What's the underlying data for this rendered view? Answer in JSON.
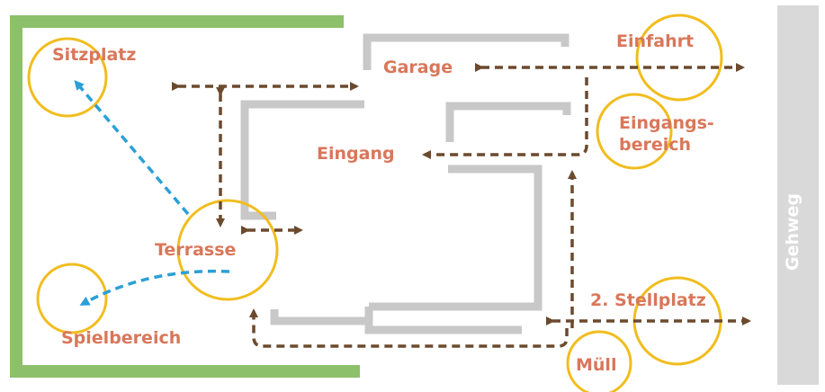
{
  "labels": {
    "sitzplatz": "Sitzplatz",
    "garage": "Garage",
    "einfahrt": "Einfahrt",
    "eingangs_1": "Eingangs-",
    "eingangs_2": "bereich",
    "eingang": "Eingang",
    "terrasse": "Terrasse",
    "stellplatz": "2. Stellplatz",
    "spielbereich": "Spielbereich",
    "muell": "Müll",
    "gehweg": "Gehweg"
  },
  "colors": {
    "garden_border": "#8cc06a",
    "walls": "#c8c8c8",
    "path": "#6b4a2e",
    "garden_path": "#2b9fd6",
    "zone_circle": "#f1bd1e",
    "label_text": "#d9775a",
    "sidewalk": "#d9d9d9"
  }
}
